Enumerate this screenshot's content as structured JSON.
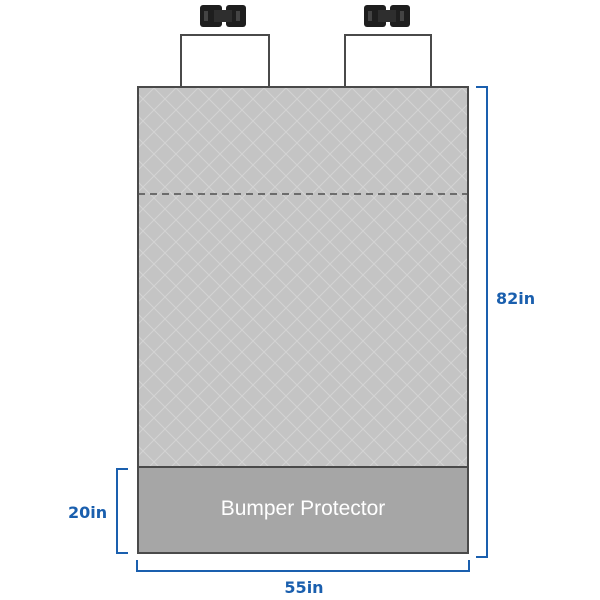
{
  "diagram": {
    "bumper_label": "Bumper Protector",
    "dimensions": {
      "width": "55in",
      "height": "82in",
      "bumper_height": "20in"
    }
  },
  "colors": {
    "mat_fill": "#c4c4c4",
    "bumper_fill": "#a6a6a6",
    "outline": "#4a4a4a",
    "quilt_line": "#d2d2d2",
    "dimension": "#1a5fae",
    "label_text": "#ffffff",
    "buckle": "#1e1e1e"
  }
}
